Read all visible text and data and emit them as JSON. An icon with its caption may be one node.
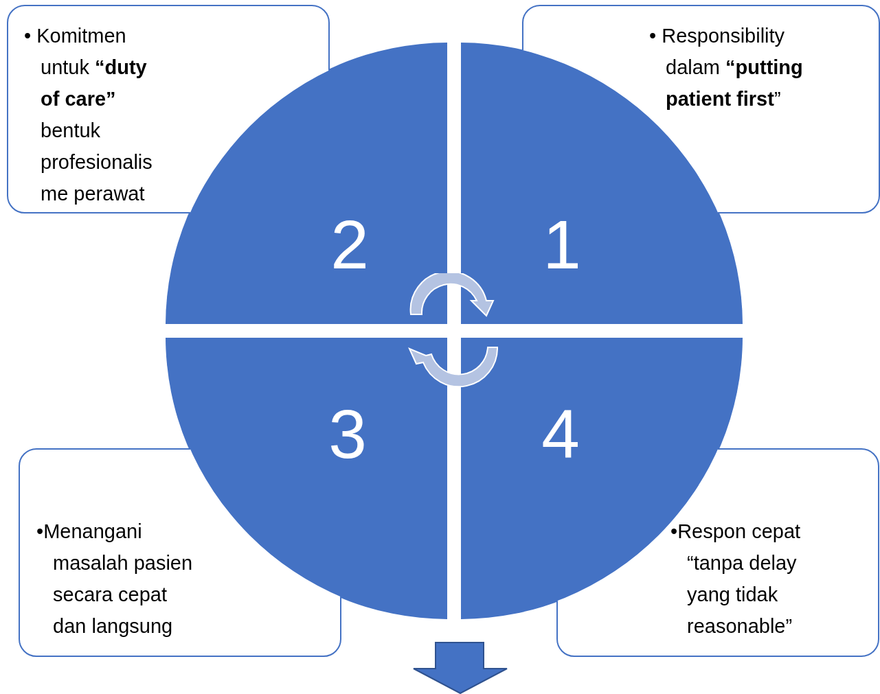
{
  "diagram": {
    "nodes": [
      {
        "text": [
          "• Komitmen untuk **“duty of care”** bentuk profesionalisme perawat"
        ]
      },
      {
        "text": [
          "• Responsibility dalam **“putting patient first**”"
        ]
      },
      {
        "text": [
          "2"
        ]
      },
      {
        "text": [
          "1"
        ]
      },
      {
        "text": [
          "3"
        ]
      },
      {
        "text": [
          "4"
        ]
      },
      {
        "text": [
          "•Menangani masalah pasien secara cepat dan langsung"
        ]
      },
      {
        "text": [
          "•Respon cepat “tanpa delay yang tidak reasonable”"
        ]
      }
    ]
  }
}
